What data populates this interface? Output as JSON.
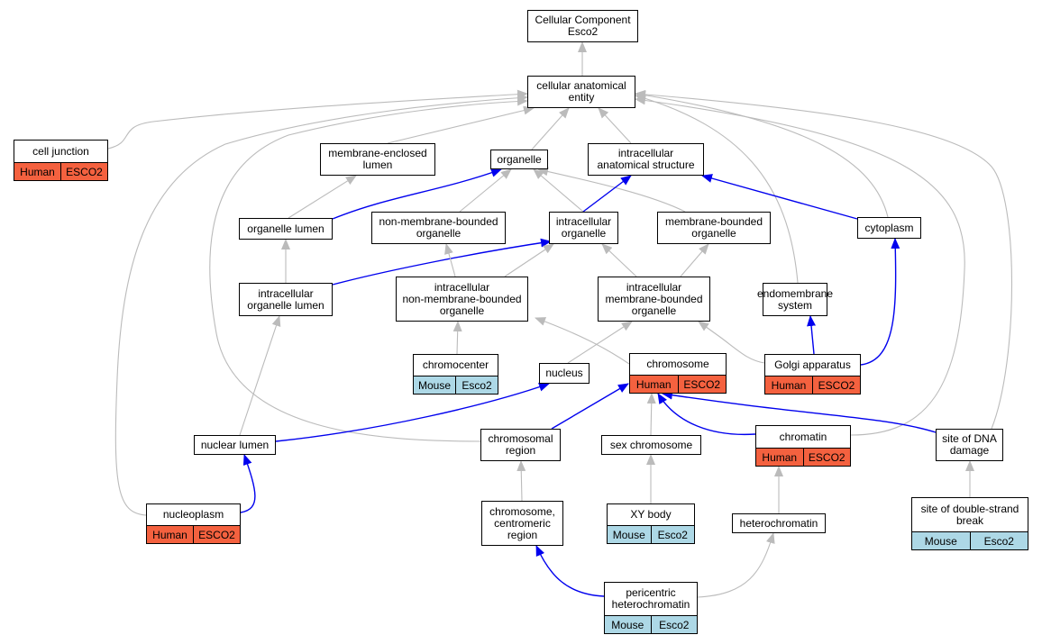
{
  "colors": {
    "edge_default": "#bbbbbb",
    "edge_highlight": "#0000ee",
    "human": "#f4613f",
    "mouse": "#add8e6"
  },
  "nodes": [
    {
      "id": "cc",
      "label": "Cellular Component\nEsco2"
    },
    {
      "id": "cae",
      "label": "cellular anatomical\nentity"
    },
    {
      "id": "cj",
      "label": "cell junction",
      "annot": {
        "species": "Human",
        "gene": "ESCO2"
      }
    },
    {
      "id": "mel",
      "label": "membrane-enclosed\nlumen"
    },
    {
      "id": "org",
      "label": "organelle"
    },
    {
      "id": "ias",
      "label": "intracellular\nanatomical structure"
    },
    {
      "id": "ol",
      "label": "organelle lumen"
    },
    {
      "id": "nmbo",
      "label": "non-membrane-bounded\norganelle"
    },
    {
      "id": "io",
      "label": "intracellular\norganelle"
    },
    {
      "id": "mbo",
      "label": "membrane-bounded\norganelle"
    },
    {
      "id": "cyto",
      "label": "cytoplasm"
    },
    {
      "id": "iol",
      "label": "intracellular\norganelle lumen"
    },
    {
      "id": "inmbo",
      "label": "intracellular\nnon-membrane-bounded\norganelle"
    },
    {
      "id": "imbo",
      "label": "intracellular\nmembrane-bounded\norganelle"
    },
    {
      "id": "ems",
      "label": "endomembrane\nsystem"
    },
    {
      "id": "cc2",
      "label": "chromocenter",
      "annot": {
        "species": "Mouse",
        "gene": "Esco2"
      }
    },
    {
      "id": "nuc",
      "label": "nucleus"
    },
    {
      "id": "chr",
      "label": "chromosome",
      "annot": {
        "species": "Human",
        "gene": "ESCO2"
      }
    },
    {
      "id": "golgi",
      "label": "Golgi apparatus",
      "annot": {
        "species": "Human",
        "gene": "ESCO2"
      }
    },
    {
      "id": "nl",
      "label": "nuclear lumen"
    },
    {
      "id": "cr",
      "label": "chromosomal\nregion"
    },
    {
      "id": "sexchr",
      "label": "sex chromosome"
    },
    {
      "id": "chrom",
      "label": "chromatin",
      "annot": {
        "species": "Human",
        "gene": "ESCO2"
      }
    },
    {
      "id": "sdd",
      "label": "site of DNA\ndamage"
    },
    {
      "id": "np",
      "label": "nucleoplasm",
      "annot": {
        "species": "Human",
        "gene": "ESCO2"
      }
    },
    {
      "id": "ccr",
      "label": "chromosome,\ncentromeric\nregion"
    },
    {
      "id": "xy",
      "label": "XY body",
      "annot": {
        "species": "Mouse",
        "gene": "Esco2"
      }
    },
    {
      "id": "het",
      "label": "heterochromatin"
    },
    {
      "id": "sdsb",
      "label": "site of double-strand\nbreak",
      "annot": {
        "species": "Mouse",
        "gene": "Esco2"
      }
    },
    {
      "id": "phc",
      "label": "pericentric\nheterochromatin",
      "annot": {
        "species": "Mouse",
        "gene": "Esco2"
      }
    }
  ],
  "edges": [
    {
      "from": "cae",
      "to": "cc",
      "highlight": false
    },
    {
      "from": "cj",
      "to": "cae",
      "highlight": false
    },
    {
      "from": "mel",
      "to": "cae",
      "highlight": false
    },
    {
      "from": "org",
      "to": "cae",
      "highlight": false
    },
    {
      "from": "ias",
      "to": "cae",
      "highlight": false
    },
    {
      "from": "cyto",
      "to": "cae",
      "highlight": false
    },
    {
      "from": "ems",
      "to": "cae",
      "highlight": false
    },
    {
      "from": "np",
      "to": "cae",
      "highlight": false
    },
    {
      "from": "cr",
      "to": "cae",
      "highlight": false
    },
    {
      "from": "chrom",
      "to": "cae",
      "highlight": false
    },
    {
      "from": "sdd",
      "to": "cae",
      "highlight": false
    },
    {
      "from": "ol",
      "to": "mel",
      "highlight": false
    },
    {
      "from": "ol",
      "to": "org",
      "highlight": true
    },
    {
      "from": "nmbo",
      "to": "org",
      "highlight": false
    },
    {
      "from": "io",
      "to": "org",
      "highlight": false
    },
    {
      "from": "mbo",
      "to": "org",
      "highlight": false
    },
    {
      "from": "io",
      "to": "ias",
      "highlight": true
    },
    {
      "from": "cyto",
      "to": "ias",
      "highlight": true
    },
    {
      "from": "iol",
      "to": "ol",
      "highlight": false
    },
    {
      "from": "iol",
      "to": "io",
      "highlight": true
    },
    {
      "from": "inmbo",
      "to": "nmbo",
      "highlight": false
    },
    {
      "from": "inmbo",
      "to": "io",
      "highlight": false
    },
    {
      "from": "imbo",
      "to": "io",
      "highlight": false
    },
    {
      "from": "imbo",
      "to": "mbo",
      "highlight": false
    },
    {
      "from": "golgi",
      "to": "cyto",
      "highlight": true
    },
    {
      "from": "golgi",
      "to": "ems",
      "highlight": true
    },
    {
      "from": "golgi",
      "to": "imbo",
      "highlight": false
    },
    {
      "from": "cc2",
      "to": "inmbo",
      "highlight": false
    },
    {
      "from": "nuc",
      "to": "imbo",
      "highlight": false
    },
    {
      "from": "chr",
      "to": "inmbo",
      "highlight": false
    },
    {
      "from": "nl",
      "to": "iol",
      "highlight": false
    },
    {
      "from": "nl",
      "to": "nuc",
      "highlight": true
    },
    {
      "from": "cr",
      "to": "chr",
      "highlight": true
    },
    {
      "from": "sexchr",
      "to": "chr",
      "highlight": false
    },
    {
      "from": "chrom",
      "to": "chr",
      "highlight": true
    },
    {
      "from": "sdd",
      "to": "chr",
      "highlight": true
    },
    {
      "from": "np",
      "to": "nl",
      "highlight": true
    },
    {
      "from": "ccr",
      "to": "cr",
      "highlight": false
    },
    {
      "from": "xy",
      "to": "sexchr",
      "highlight": false
    },
    {
      "from": "het",
      "to": "chrom",
      "highlight": false
    },
    {
      "from": "sdsb",
      "to": "sdd",
      "highlight": false
    },
    {
      "from": "phc",
      "to": "ccr",
      "highlight": true
    },
    {
      "from": "phc",
      "to": "het",
      "highlight": false
    }
  ]
}
